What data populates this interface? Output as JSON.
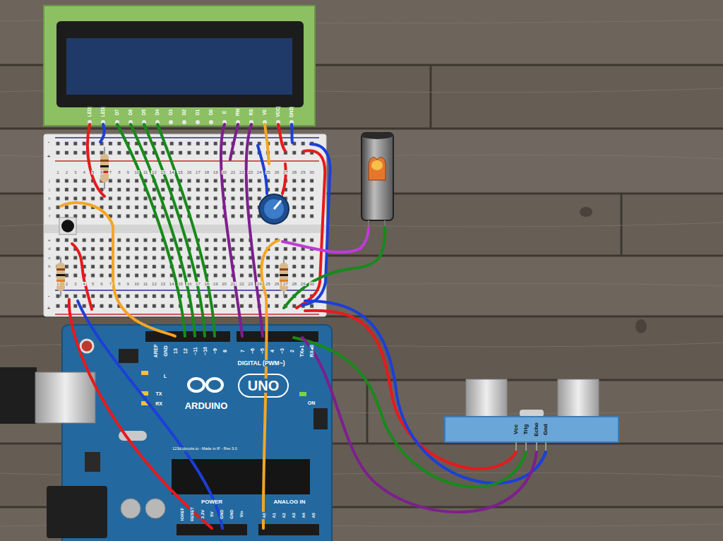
{
  "diagram": {
    "nodes": [
      {
        "text": [
          "LED",
          "LED",
          "D7",
          "D6",
          "D5",
          "D4",
          "D3",
          "D2",
          "D1",
          "D0",
          "E",
          "RW",
          "RS",
          "V0",
          "VCC",
          "GND"
        ]
      },
      {
        "text": [
          "-",
          "+",
          "1",
          "2",
          "3",
          "4",
          "5",
          "6",
          "7",
          "8",
          "9",
          "10",
          "11",
          "12",
          "13",
          "14",
          "15",
          "16",
          "17",
          "18",
          "19",
          "20",
          "21",
          "22",
          "23",
          "24",
          "25",
          "26",
          "27",
          "28",
          "29",
          "30",
          "j",
          "i",
          "h",
          "g",
          "f",
          "e",
          "d",
          "c",
          "b",
          "a",
          "1",
          "2",
          "3",
          "4",
          "5",
          "6",
          "7",
          "8",
          "9",
          "10",
          "11",
          "12",
          "13",
          "14",
          "15",
          "16",
          "17",
          "18",
          "19",
          "20",
          "21",
          "22",
          "23",
          "24",
          "25",
          "26",
          "27",
          "28",
          "29",
          "30",
          "-",
          "+"
        ]
      },
      {
        "text": [
          "AREF",
          "GND",
          "13",
          "12",
          "~11",
          "~10",
          "~9",
          "8",
          "7",
          "~6",
          "~5",
          "4",
          "~3",
          "2",
          "TX▸1",
          "RX◂0",
          "DIGITAL (PWM~)",
          "L",
          "TX",
          "RX",
          "ARDUINO",
          "UNO",
          "ON",
          "123d.circuits.io - Made in IF - Rev 3.0",
          "IOREF",
          "RESET",
          "3.3V",
          "5V",
          "GND",
          "GND",
          "Vin",
          "POWER",
          "A0",
          "A1",
          "A2",
          "A3",
          "A4",
          "A5",
          "ANALOG IN"
        ]
      },
      {
        "text": [
          "Vcc",
          "Trig",
          "Echo",
          "Gnd"
        ]
      }
    ]
  }
}
